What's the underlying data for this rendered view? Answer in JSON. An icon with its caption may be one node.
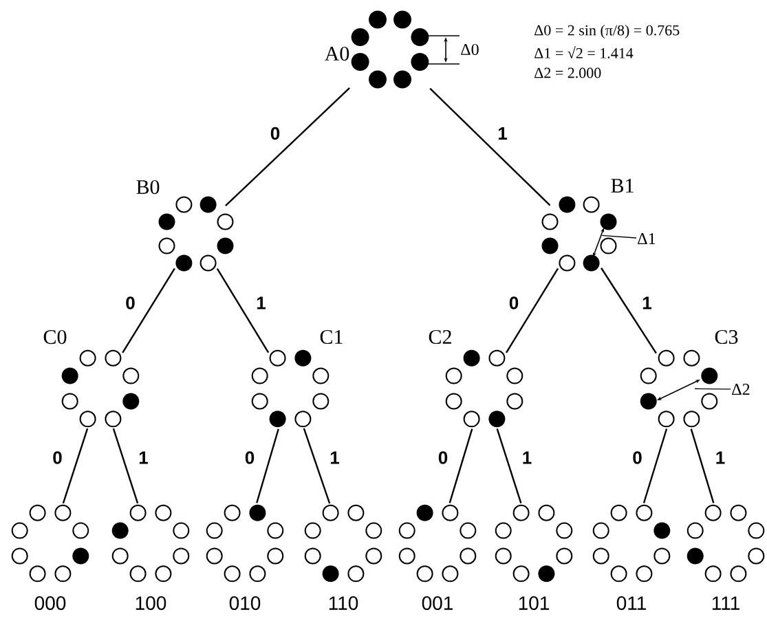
{
  "diagram": {
    "nodes": [
      {
        "text": [
          "A0"
        ]
      },
      {
        "text": [
          "B0"
        ]
      },
      {
        "text": [
          "B1"
        ]
      },
      {
        "text": [
          "C0"
        ]
      },
      {
        "text": [
          "C1"
        ]
      },
      {
        "text": [
          "C2"
        ]
      },
      {
        "text": [
          "C3"
        ]
      },
      {
        "text": [
          "000"
        ]
      },
      {
        "text": [
          "100"
        ]
      },
      {
        "text": [
          "010"
        ]
      },
      {
        "text": [
          "110"
        ]
      },
      {
        "text": [
          "001"
        ]
      },
      {
        "text": [
          "101"
        ]
      },
      {
        "text": [
          "011"
        ]
      },
      {
        "text": [
          "111"
        ]
      },
      {
        "text": [
          "Δ1"
        ]
      },
      {
        "text": [
          "Δ2"
        ]
      }
    ],
    "edges": [
      {
        "from": 0,
        "to": 1,
        "arrow": "none",
        "label": "0"
      },
      {
        "from": 0,
        "to": 2,
        "arrow": "none",
        "label": "1"
      },
      {
        "from": 1,
        "to": 3,
        "arrow": "none",
        "label": "0"
      },
      {
        "from": 1,
        "to": 4,
        "arrow": "none",
        "label": "1"
      },
      {
        "from": 2,
        "to": 5,
        "arrow": "none",
        "label": "0"
      },
      {
        "from": 2,
        "to": 6,
        "arrow": "none",
        "label": "1"
      },
      {
        "from": 3,
        "to": 7,
        "arrow": "none",
        "label": "0"
      },
      {
        "from": 3,
        "to": 8,
        "arrow": "none",
        "label": "1"
      },
      {
        "from": 4,
        "to": 9,
        "arrow": "none",
        "label": "0"
      },
      {
        "from": 4,
        "to": 10,
        "arrow": "none",
        "label": "1"
      },
      {
        "from": 5,
        "to": 11,
        "arrow": "none",
        "label": "0"
      },
      {
        "from": 5,
        "to": 12,
        "arrow": "none",
        "label": "1"
      },
      {
        "from": 6,
        "to": 13,
        "arrow": "none",
        "label": "0"
      },
      {
        "from": 6,
        "to": 14,
        "arrow": "none",
        "label": "1"
      },
      {
        "from": 15,
        "to": 2,
        "arrow": "none"
      },
      {
        "from": 16,
        "to": 6,
        "arrow": "none"
      }
    ],
    "labels": [
      "Δ0 = 2 sin (π/8) = 0.765",
      "Δ0",
      "Δ1 = √2 = 1.414",
      "Δ2 = 2.000"
    ]
  }
}
